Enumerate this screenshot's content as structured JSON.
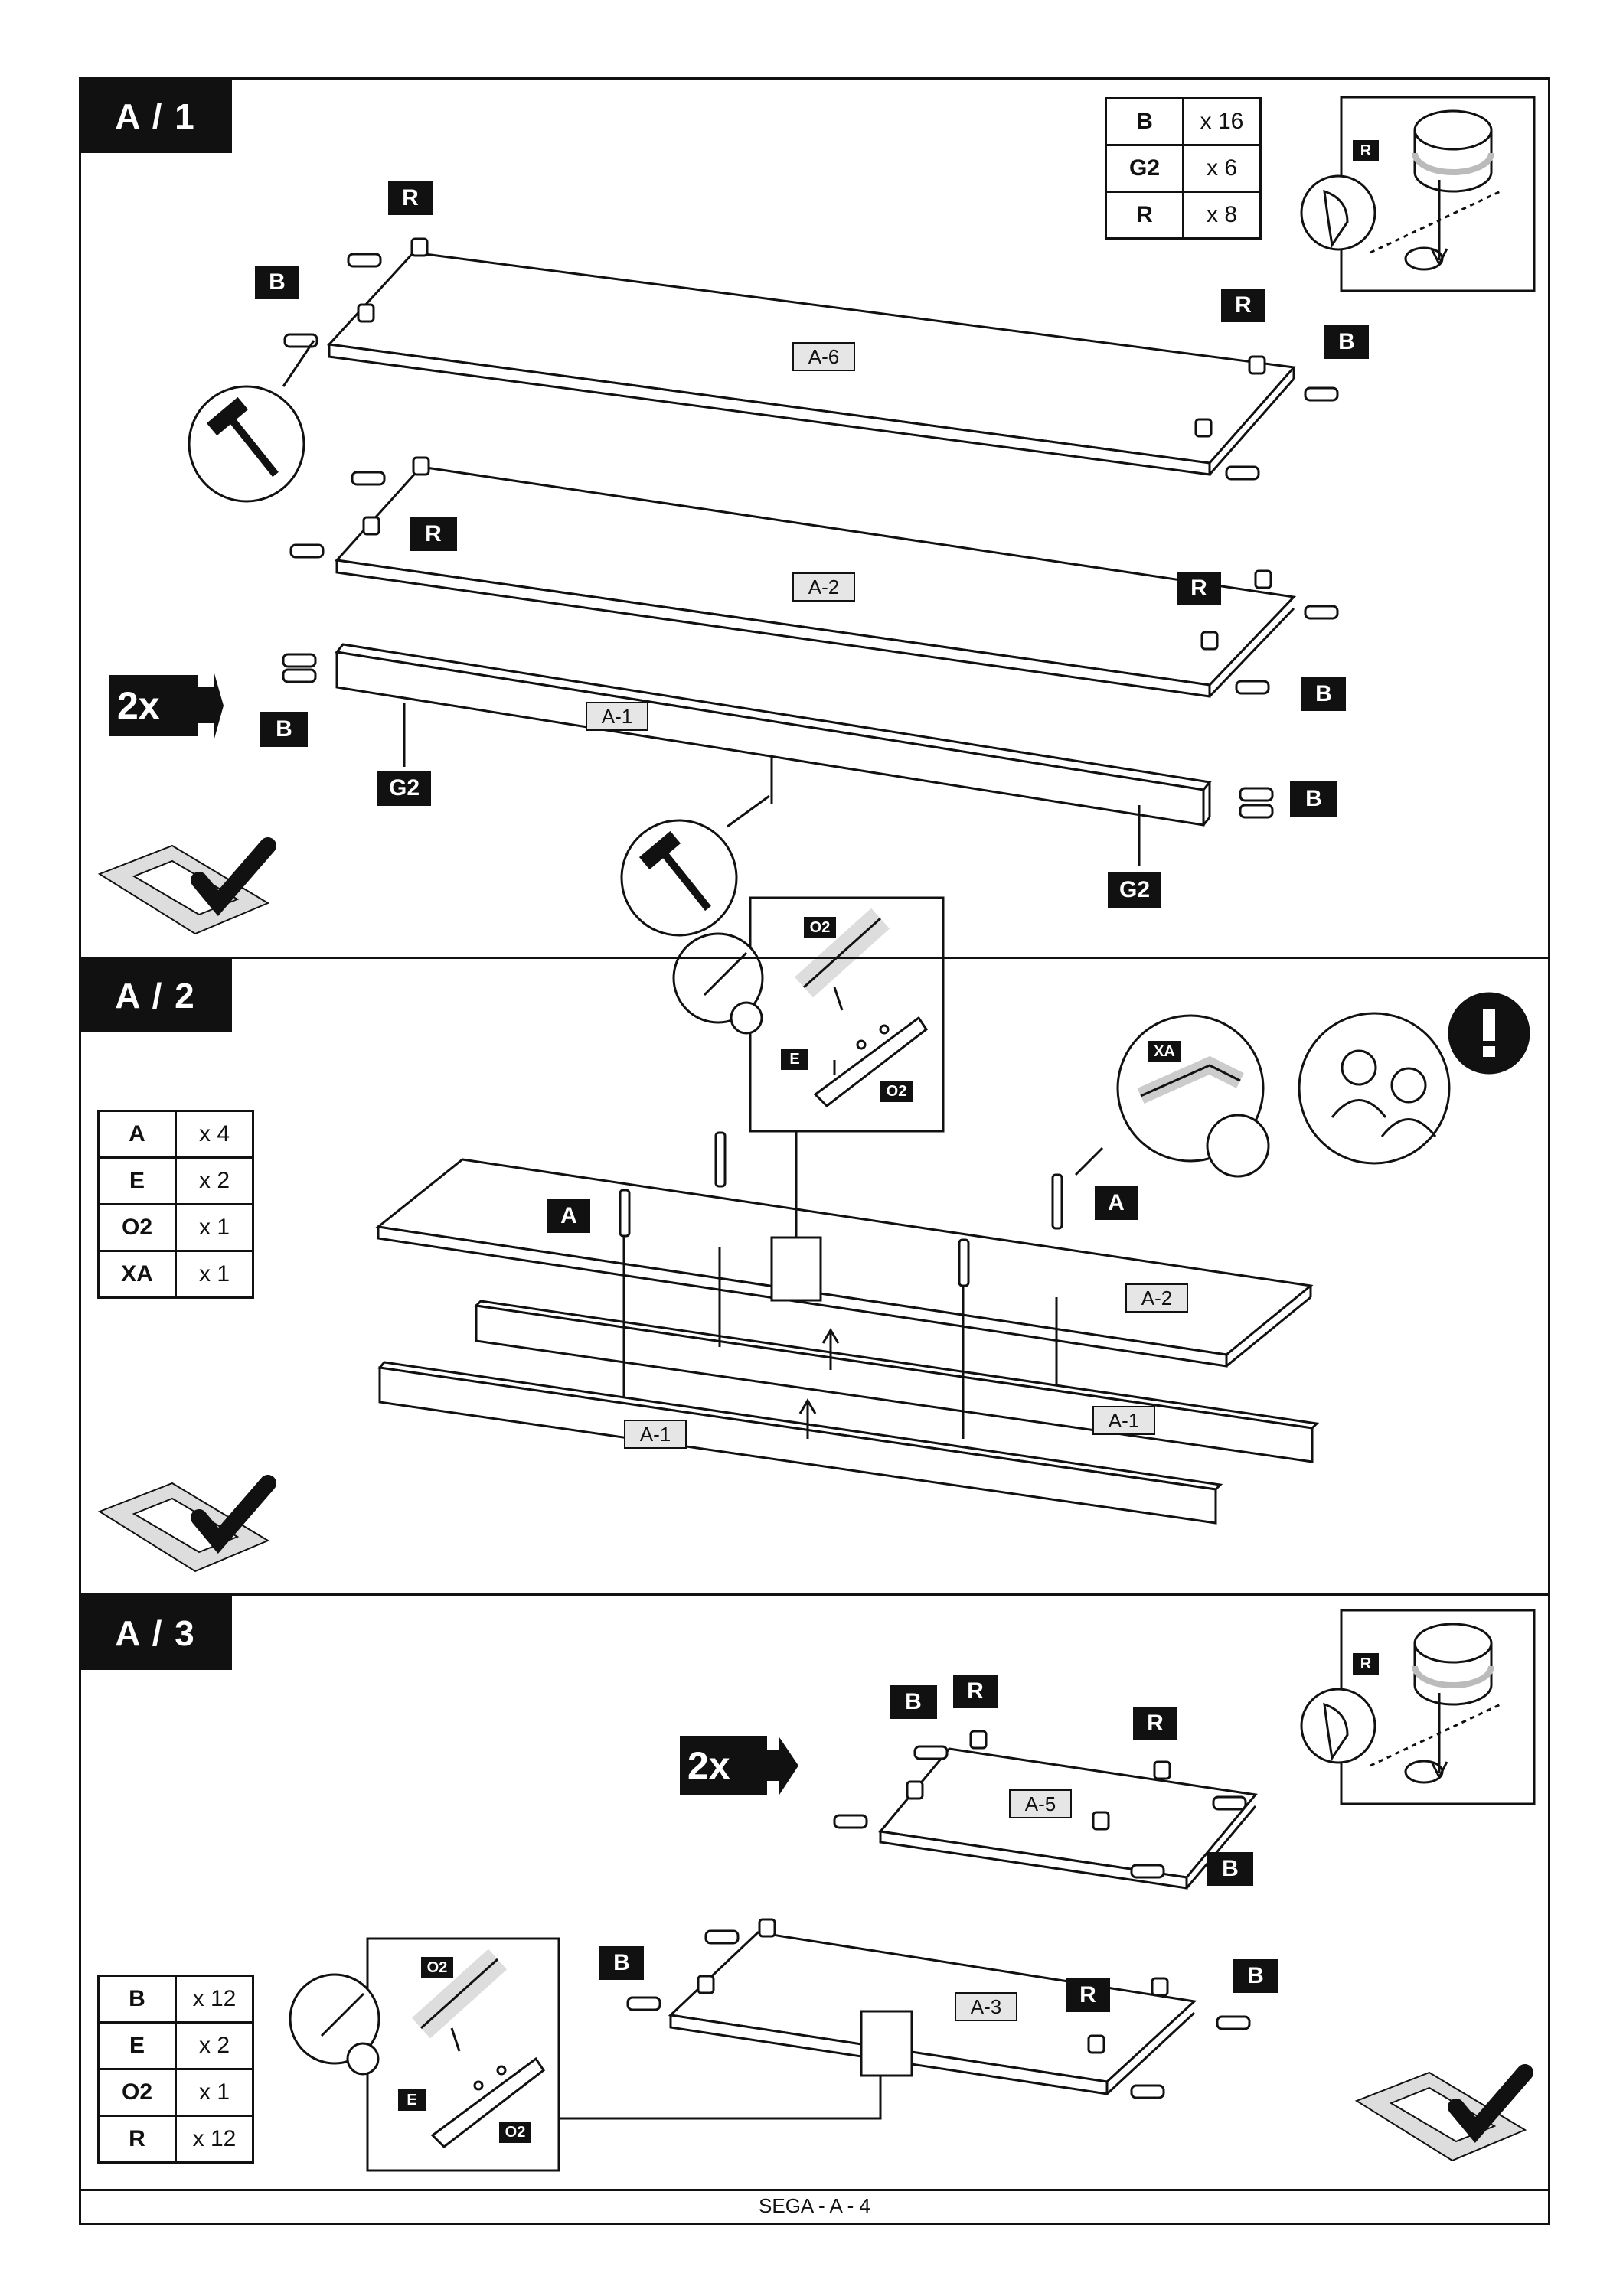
{
  "footer": "SEGA - A - 4",
  "steps": [
    {
      "tag": "A / 1",
      "hardware": [
        {
          "part": "B",
          "qty": "x 16"
        },
        {
          "part": "G2",
          "qty": "x 6"
        },
        {
          "part": "R",
          "qty": "x 8"
        }
      ],
      "multiplier": "2x",
      "panels": [
        "A-6",
        "A-2",
        "A-1"
      ],
      "detail_label": "R"
    },
    {
      "tag": "A / 2",
      "hardware": [
        {
          "part": "A",
          "qty": "x 4"
        },
        {
          "part": "E",
          "qty": "x 2"
        },
        {
          "part": "O2",
          "qty": "x 1"
        },
        {
          "part": "XA",
          "qty": "x 1"
        }
      ],
      "panels": [
        "A-2",
        "A-1",
        "A-1"
      ],
      "detail_labels": {
        "dowel": "O2",
        "screw": "E",
        "bracket": "O2",
        "key": "XA"
      }
    },
    {
      "tag": "A / 3",
      "hardware": [
        {
          "part": "B",
          "qty": "x 12"
        },
        {
          "part": "E",
          "qty": "x 2"
        },
        {
          "part": "O2",
          "qty": "x 1"
        },
        {
          "part": "R",
          "qty": "x 12"
        }
      ],
      "multiplier": "2x",
      "panels": [
        "A-5",
        "A-3"
      ],
      "detail_label": "R",
      "detail_labels": {
        "dowel": "O2",
        "screw": "E",
        "bracket": "O2"
      }
    }
  ],
  "callouts": {
    "b": "B",
    "r": "R",
    "g2": "G2",
    "a": "A"
  },
  "icons": [
    "hammer-icon",
    "checkmark-icon",
    "two-person-icon",
    "warning-icon",
    "cam-lock-detail-icon"
  ]
}
